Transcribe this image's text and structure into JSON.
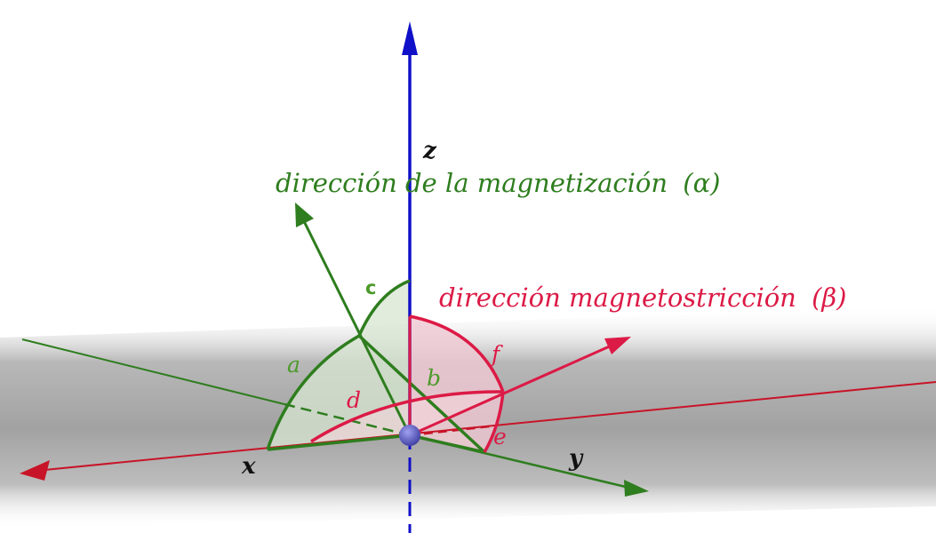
{
  "colors": {
    "background": "#ffffff",
    "plane": "#9e9e9e",
    "z_axis": "#1010c8",
    "x_axis": "#c81428",
    "magnetization": "#2e7d1e",
    "magnetostriction": "#dc1a46",
    "origin_point": "#5a5ac8"
  },
  "axes": {
    "x": "x",
    "y": "y",
    "z": "z"
  },
  "directions": {
    "magnetization": {
      "name": "dirección de la magnetización",
      "symbol": "(α)"
    },
    "magnetostriction": {
      "name": "dirección magnetostricción",
      "symbol": "(β)"
    }
  },
  "angles": {
    "a": "a",
    "b": "b",
    "c": "c",
    "d": "d",
    "e": "e",
    "f": "f"
  }
}
